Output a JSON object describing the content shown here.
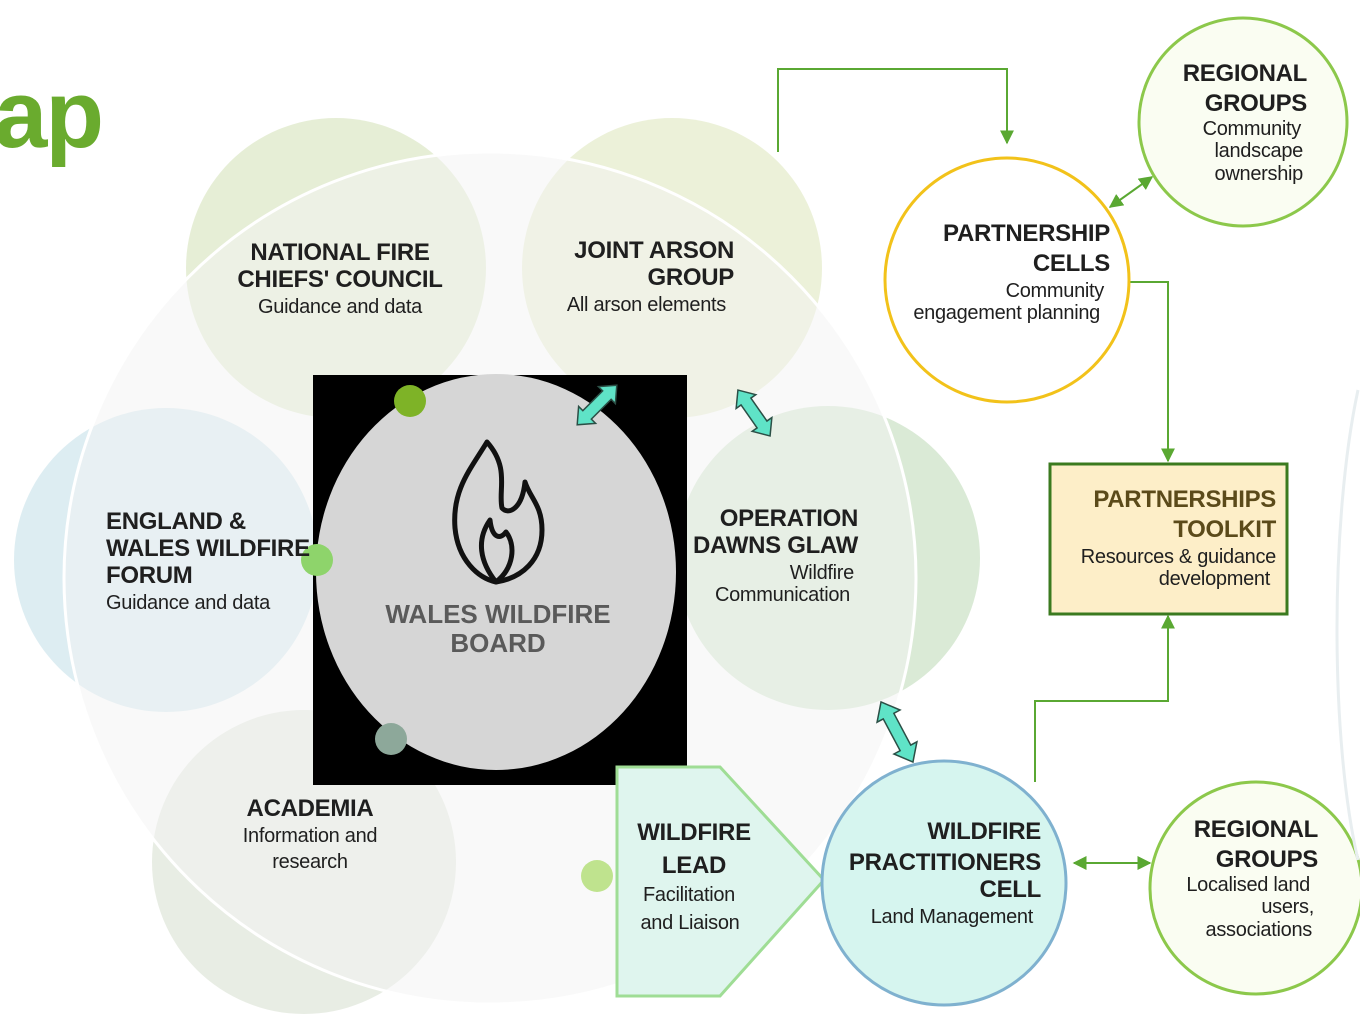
{
  "page": {
    "title_fragment": "ap"
  },
  "board": {
    "line1": "WALES WILDFIRE",
    "line2": "BOARD"
  },
  "ncc": {
    "title1": "NATIONAL FIRE",
    "title2": "CHIEFS' COUNCIL",
    "sub": "Guidance and data"
  },
  "jag": {
    "title1": "JOINT ARSON",
    "title2": "GROUP",
    "sub": "All arson elements"
  },
  "ewwf": {
    "title1": "ENGLAND &",
    "title2": "WALES WILDFIRE",
    "title3": "FORUM",
    "sub": "Guidance and data"
  },
  "odg": {
    "title1": "OPERATION",
    "title2": "DAWNS GLAW",
    "sub1": "Wildfire",
    "sub2": "Communication"
  },
  "academia": {
    "title": "ACADEMIA",
    "sub1": "Information and",
    "sub2": "research"
  },
  "lead": {
    "title1": "WILDFIRE",
    "title2": "LEAD",
    "sub1": "Facilitation",
    "sub2": "and Liaison"
  },
  "wpc": {
    "title1": "WILDFIRE",
    "title2": "PRACTITIONERS",
    "title3": "CELL",
    "sub": "Land Management"
  },
  "pcells": {
    "title1": "PARTNERSHIP",
    "title2": "CELLS",
    "sub1": "Community",
    "sub2": "engagement planning"
  },
  "rg_top": {
    "title1": "REGIONAL",
    "title2": "GROUPS",
    "sub1": "Community",
    "sub2": "landscape",
    "sub3": "ownership"
  },
  "rg_bottom": {
    "title1": "REGIONAL",
    "title2": "GROUPS",
    "sub1": "Localised land",
    "sub2": "users,",
    "sub3": "associations"
  },
  "toolkit": {
    "title1": "PARTNERSHIPS",
    "title2": "TOOLKIT",
    "sub1": "Resources & guidance",
    "sub2": "development"
  },
  "colors": {
    "green_line": "#5aa832",
    "yellow_ring": "#f2c21a",
    "green_ring": "#8cc84b",
    "blue_ring": "#7fb1cf",
    "toolkit_fill": "#fdeec8",
    "toolkit_border": "#3b7a1f",
    "teal_arrow": "#5fe3c7"
  },
  "icons": [
    "flame-icon",
    "double-arrow-icon"
  ]
}
